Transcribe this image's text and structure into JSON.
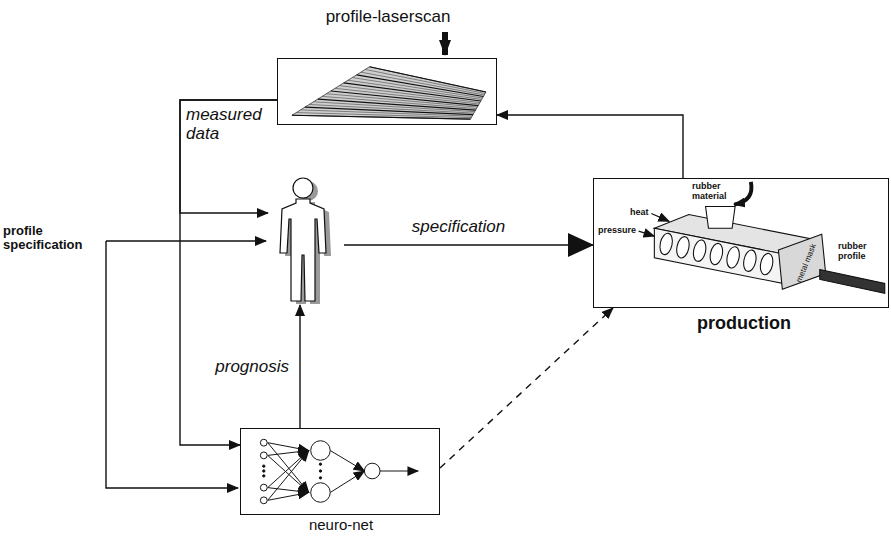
{
  "diagram": {
    "nodes": [
      {
        "text": [
          "profile-laserscan"
        ]
      },
      {
        "text": []
      },
      {
        "text": [
          "rubber material",
          "heat",
          "pressure",
          "metal mask",
          "rubber profile",
          "production"
        ]
      },
      {
        "text": [
          "neuro-net"
        ]
      }
    ],
    "edges": [
      {
        "from": 0,
        "to": 1,
        "arrow": "to"
      },
      {
        "from": 0,
        "to": 3,
        "arrow": "to"
      },
      {
        "from": 2,
        "to": 0,
        "arrow": "to"
      },
      {
        "from": 1,
        "to": 2,
        "label": "specification",
        "arrow": "to"
      },
      {
        "from": 3,
        "to": 1,
        "label": "prognosis",
        "arrow": "to"
      },
      {
        "from": 3,
        "to": 2,
        "arrow": "to"
      }
    ],
    "labels": [
      "measured data",
      "profile specification"
    ]
  }
}
